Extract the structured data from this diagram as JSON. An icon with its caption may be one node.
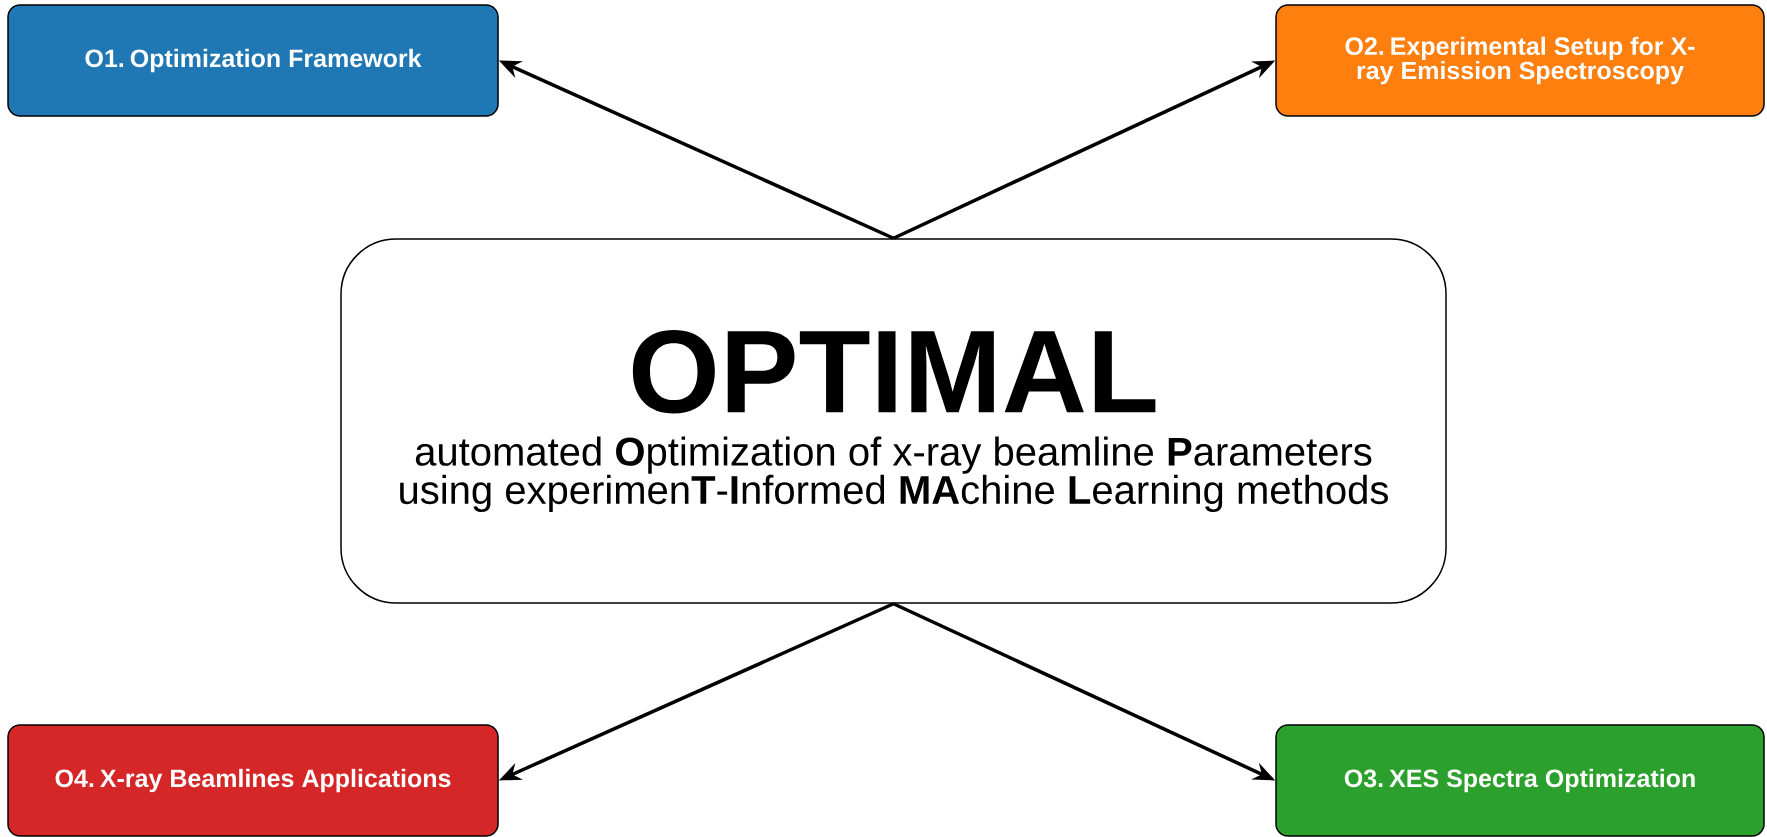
{
  "diagram": {
    "nodes": [
      {
        "text": [
          "O1. Optimization Framework"
        ]
      },
      {
        "text": [
          "O2. Experimental Setup for X-ray Emission Spectroscopy"
        ]
      },
      {
        "text": [
          "OPTIMAL",
          "automated **O**ptimization of x-ray beamline **P**arameters using experimen**T**-**I**nformed **MA**chine **L**earning methods"
        ]
      },
      {
        "text": [
          "O4. X-ray Beamlines Applications"
        ]
      },
      {
        "text": [
          "O3. XES Spectra Optimization"
        ]
      }
    ],
    "edges": [
      {
        "from": 2,
        "to": 0,
        "arrow": "to"
      },
      {
        "from": 2,
        "to": 1,
        "arrow": "to"
      },
      {
        "from": 2,
        "to": 3,
        "arrow": "to"
      },
      {
        "from": 2,
        "to": 4,
        "arrow": "to"
      }
    ]
  }
}
